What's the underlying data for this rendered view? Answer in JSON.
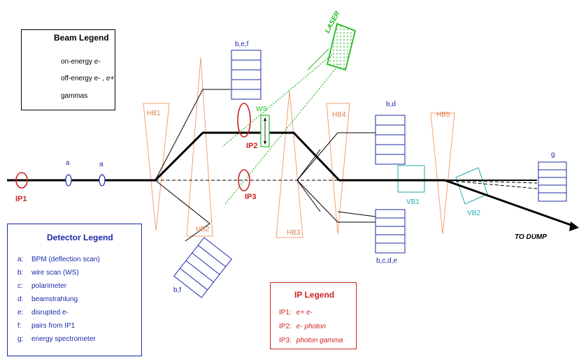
{
  "beam_legend": {
    "title": "Beam  Legend",
    "items": [
      {
        "label": "on-energy",
        "particle": "e-"
      },
      {
        "label": "off-energy e- ,",
        "particle": "e+"
      },
      {
        "label": "gammas",
        "particle": ""
      }
    ]
  },
  "detector_legend": {
    "title": "Detector  Legend",
    "items": [
      {
        "key": "a:",
        "text": "BPM (deflection scan)"
      },
      {
        "key": "b:",
        "text": "wire scan (WS)"
      },
      {
        "key": "c:",
        "text": "polarimeter"
      },
      {
        "key": "d:",
        "text": "beamstrahlung"
      },
      {
        "key": "e:",
        "text": "disrupted e-"
      },
      {
        "key": "f:",
        "text": "pairs from IP1"
      },
      {
        "key": "g:",
        "text": "energy spectrometer"
      }
    ]
  },
  "ip_legend": {
    "title": "IP  Legend",
    "items": [
      {
        "key": "IP1:",
        "text": "e+ e-"
      },
      {
        "key": "IP2:",
        "text": "e-  photon"
      },
      {
        "key": "IP3:",
        "text": "photon gamma"
      }
    ]
  },
  "labels": {
    "ip1": "IP1",
    "ip2": "IP2",
    "ip3": "IP3",
    "bpm1": "a",
    "bpm2": "a",
    "hb1": "HB1",
    "hb2": "HB2",
    "hb3": "HB3",
    "hb4": "HB4",
    "hb5": "HB5",
    "vb1": "VB1",
    "vb2": "VB2",
    "ws": "WS",
    "laser": "LASER",
    "det_bef": "b,e,f",
    "det_bf": "b,f",
    "det_bd": "b,d",
    "det_bcde": "b,c,d,e",
    "det_g": "g",
    "dump": "TO DUMP"
  },
  "colors": {
    "beam": "#000000",
    "magnet": "#f0a070",
    "magnet_label": "#e08050",
    "detector": "#1a2aa6",
    "ip": "#cc2222",
    "laser": "#22bb22",
    "vb": "#22aaaa"
  }
}
